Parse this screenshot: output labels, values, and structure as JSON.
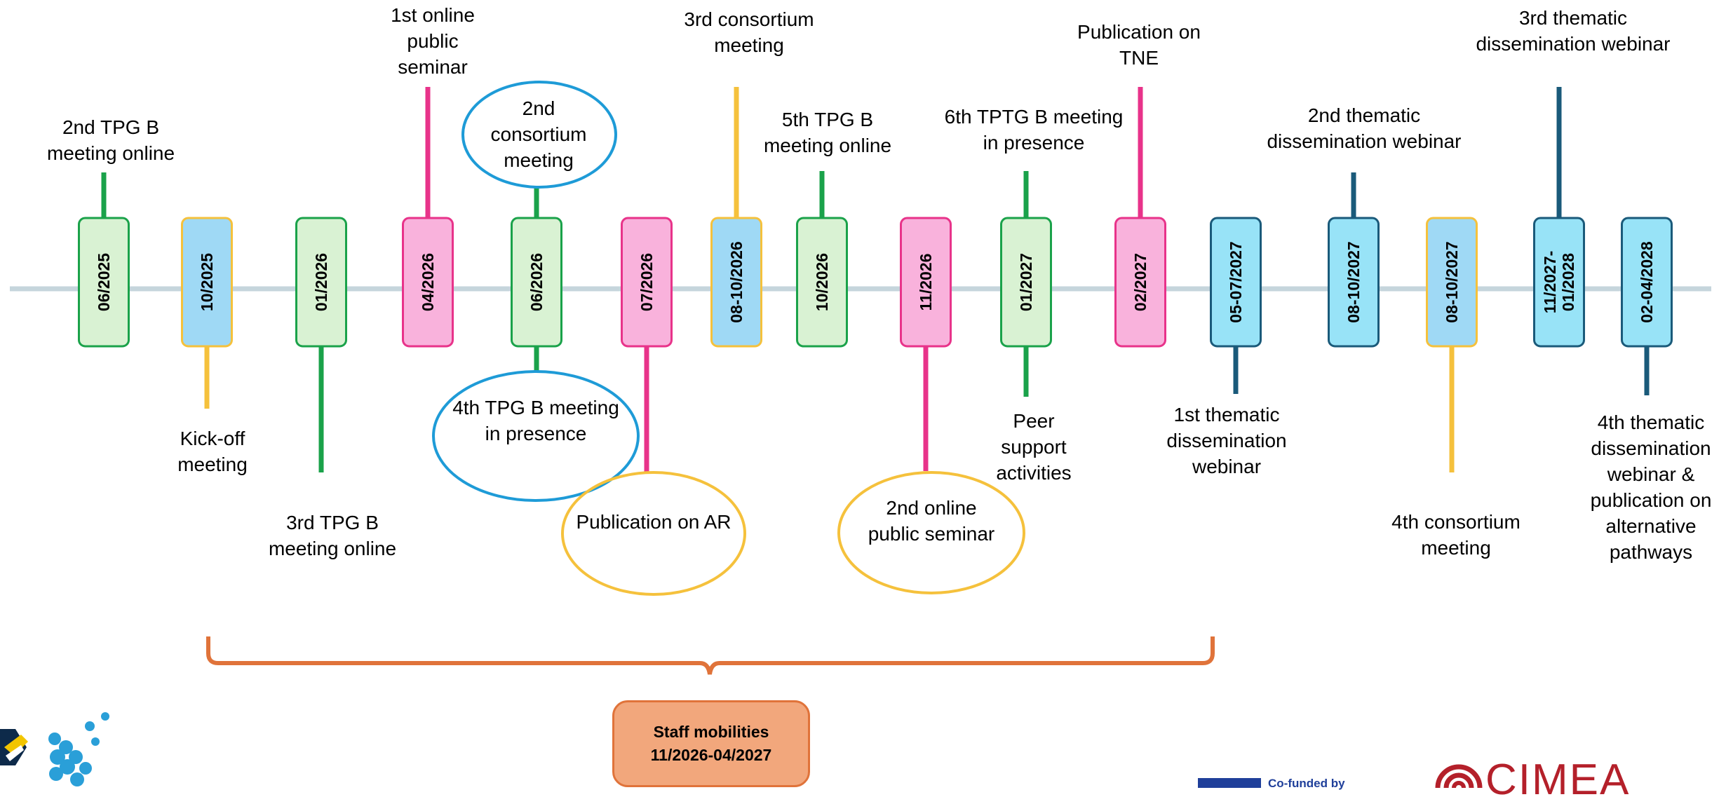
{
  "milestones": [
    {
      "date": "06/2025",
      "fill": "#d9f2d3",
      "stroke": "#1aa24a",
      "above": "2nd TPG B\nmeeting online",
      "below": ""
    },
    {
      "date": "10/2025",
      "fill": "#9fd9f5",
      "stroke": "#f5c13c",
      "above": "",
      "below": "Kick-off\nmeeting"
    },
    {
      "date": "01/2026",
      "fill": "#d9f2d3",
      "stroke": "#1aa24a",
      "above": "",
      "below": "3rd TPG B\nmeeting online"
    },
    {
      "date": "04/2026",
      "fill": "#f9b2dc",
      "stroke": "#e8338a",
      "above": "1st online\npublic\nseminar",
      "below": ""
    },
    {
      "date": "06/2026",
      "fill": "#d9f2d3",
      "stroke": "#1aa24a",
      "above": "2nd\nconsortium\nmeeting",
      "below": "4th TPG B meeting\nin presence"
    },
    {
      "date": "07/2026",
      "fill": "#f9b2dc",
      "stroke": "#e8338a",
      "above": "",
      "below": "Publication on AR"
    },
    {
      "date": "08-10/2026",
      "fill": "#9fd9f5",
      "stroke": "#f5c13c",
      "above": "3rd consortium\nmeeting",
      "below": ""
    },
    {
      "date": "10/2026",
      "fill": "#d9f2d3",
      "stroke": "#1aa24a",
      "above": "5th TPG B\nmeeting online",
      "below": ""
    },
    {
      "date": "11/2026",
      "fill": "#f9b2dc",
      "stroke": "#e8338a",
      "above": "",
      "below": "2nd online\npublic seminar"
    },
    {
      "date": "01/2027",
      "fill": "#d9f2d3",
      "stroke": "#1aa24a",
      "above": "6th TPTG B meeting\nin presence",
      "below": "Peer\nsupport\nactivities"
    },
    {
      "date": "02/2027",
      "fill": "#f9b2dc",
      "stroke": "#e8338a",
      "above": "Publication on\nTNE",
      "below": ""
    },
    {
      "date": "05-07/2027",
      "fill": "#98e3f7",
      "stroke": "#1a5a7a",
      "above": "",
      "below": "1st thematic\ndissemination\nwebinar"
    },
    {
      "date": "08-10/2027",
      "fill": "#98e3f7",
      "stroke": "#1a5a7a",
      "above": "2nd thematic\ndissemination webinar",
      "below": ""
    },
    {
      "date": "08-10/2027",
      "fill": "#9fd9f5",
      "stroke": "#f5c13c",
      "above": "",
      "below": "4th consortium\nmeeting"
    },
    {
      "date": "11/2027-\n01/2028",
      "fill": "#98e3f7",
      "stroke": "#1a5a7a",
      "above": "3rd thematic\ndissemination webinar",
      "below": ""
    },
    {
      "date": "02-04/2028",
      "fill": "#98e3f7",
      "stroke": "#1a5a7a",
      "above": "",
      "below": "4th thematic\ndissemination\nwebinar &\npublication on\nalternative\npathways"
    }
  ],
  "staff": {
    "title": "Staff mobilities",
    "period": "11/2026-04/2027"
  },
  "eu": {
    "text": "Co-funded by"
  },
  "cimea": {
    "text": "CIMEA"
  },
  "colors": {
    "timeline": "#c5d5dc",
    "bracket": "#e0733a",
    "blue_ellipse": "#1e9bd7",
    "yellow_ellipse": "#f5c13c"
  }
}
